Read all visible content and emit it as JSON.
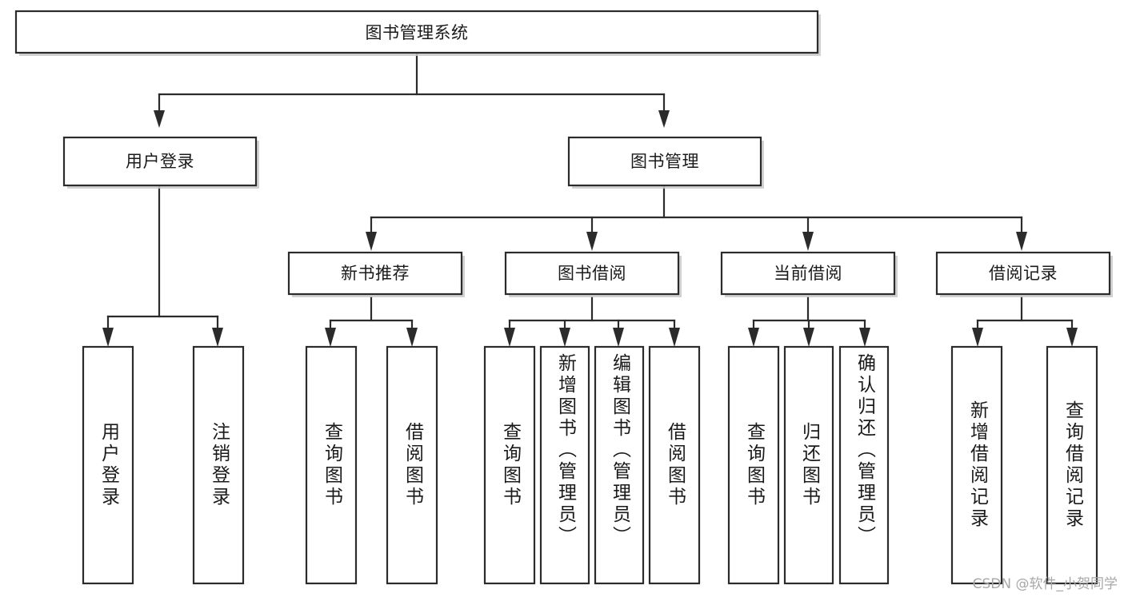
{
  "diagram": {
    "title": "图书管理系统",
    "type": "tree",
    "colors": {
      "box_stroke": "#2b2b2b",
      "box_fill": "#ffffff",
      "edge": "#2b2b2b",
      "text": "#1a1a1a",
      "watermark": "#a8a8a8",
      "background": "#ffffff"
    },
    "root": {
      "id": "root",
      "label": "图书管理系统",
      "orientation": "horizontal"
    },
    "level2": [
      {
        "id": "user-login",
        "label": "用户登录",
        "orientation": "horizontal"
      },
      {
        "id": "book-manage",
        "label": "图书管理",
        "orientation": "horizontal"
      }
    ],
    "level3": [
      {
        "id": "new-book-rec",
        "label": "新书推荐",
        "orientation": "horizontal",
        "parent": "book-manage"
      },
      {
        "id": "book-borrow",
        "label": "图书借阅",
        "orientation": "horizontal",
        "parent": "book-manage"
      },
      {
        "id": "current-borrow",
        "label": "当前借阅",
        "orientation": "horizontal",
        "parent": "book-manage"
      },
      {
        "id": "borrow-record",
        "label": "借阅记录",
        "orientation": "horizontal",
        "parent": "book-manage"
      }
    ],
    "leaves": [
      {
        "id": "leaf-user-login",
        "label": "用户登录",
        "parent": "user-login",
        "orientation": "vertical",
        "align": "middle"
      },
      {
        "id": "leaf-logout",
        "label": "注销登录",
        "parent": "user-login",
        "orientation": "vertical",
        "align": "middle"
      },
      {
        "id": "leaf-query-book-1",
        "label": "查询图书",
        "parent": "new-book-rec",
        "orientation": "vertical",
        "align": "middle"
      },
      {
        "id": "leaf-borrow-book-1",
        "label": "借阅图书",
        "parent": "new-book-rec",
        "orientation": "vertical",
        "align": "middle"
      },
      {
        "id": "leaf-query-book-2",
        "label": "查询图书",
        "parent": "book-borrow",
        "orientation": "vertical",
        "align": "middle"
      },
      {
        "id": "leaf-add-book",
        "label": "新增图书（管理员）",
        "parent": "book-borrow",
        "orientation": "vertical",
        "align": "top"
      },
      {
        "id": "leaf-edit-book",
        "label": "编辑图书（管理员）",
        "parent": "book-borrow",
        "orientation": "vertical",
        "align": "top"
      },
      {
        "id": "leaf-borrow-book-2",
        "label": "借阅图书",
        "parent": "book-borrow",
        "orientation": "vertical",
        "align": "middle"
      },
      {
        "id": "leaf-query-book-3",
        "label": "查询图书",
        "parent": "current-borrow",
        "orientation": "vertical",
        "align": "middle"
      },
      {
        "id": "leaf-return-book",
        "label": "归还图书",
        "parent": "current-borrow",
        "orientation": "vertical",
        "align": "middle"
      },
      {
        "id": "leaf-confirm-return",
        "label": "确认归还（管理员）",
        "parent": "current-borrow",
        "orientation": "vertical",
        "align": "top"
      },
      {
        "id": "leaf-add-record",
        "label": "新增借阅记录",
        "parent": "borrow-record",
        "orientation": "vertical",
        "align": "middle"
      },
      {
        "id": "leaf-query-record",
        "label": "查询借阅记录",
        "parent": "borrow-record",
        "orientation": "vertical",
        "align": "middle"
      }
    ],
    "watermark": "CSDN @软件_小贺同学"
  }
}
